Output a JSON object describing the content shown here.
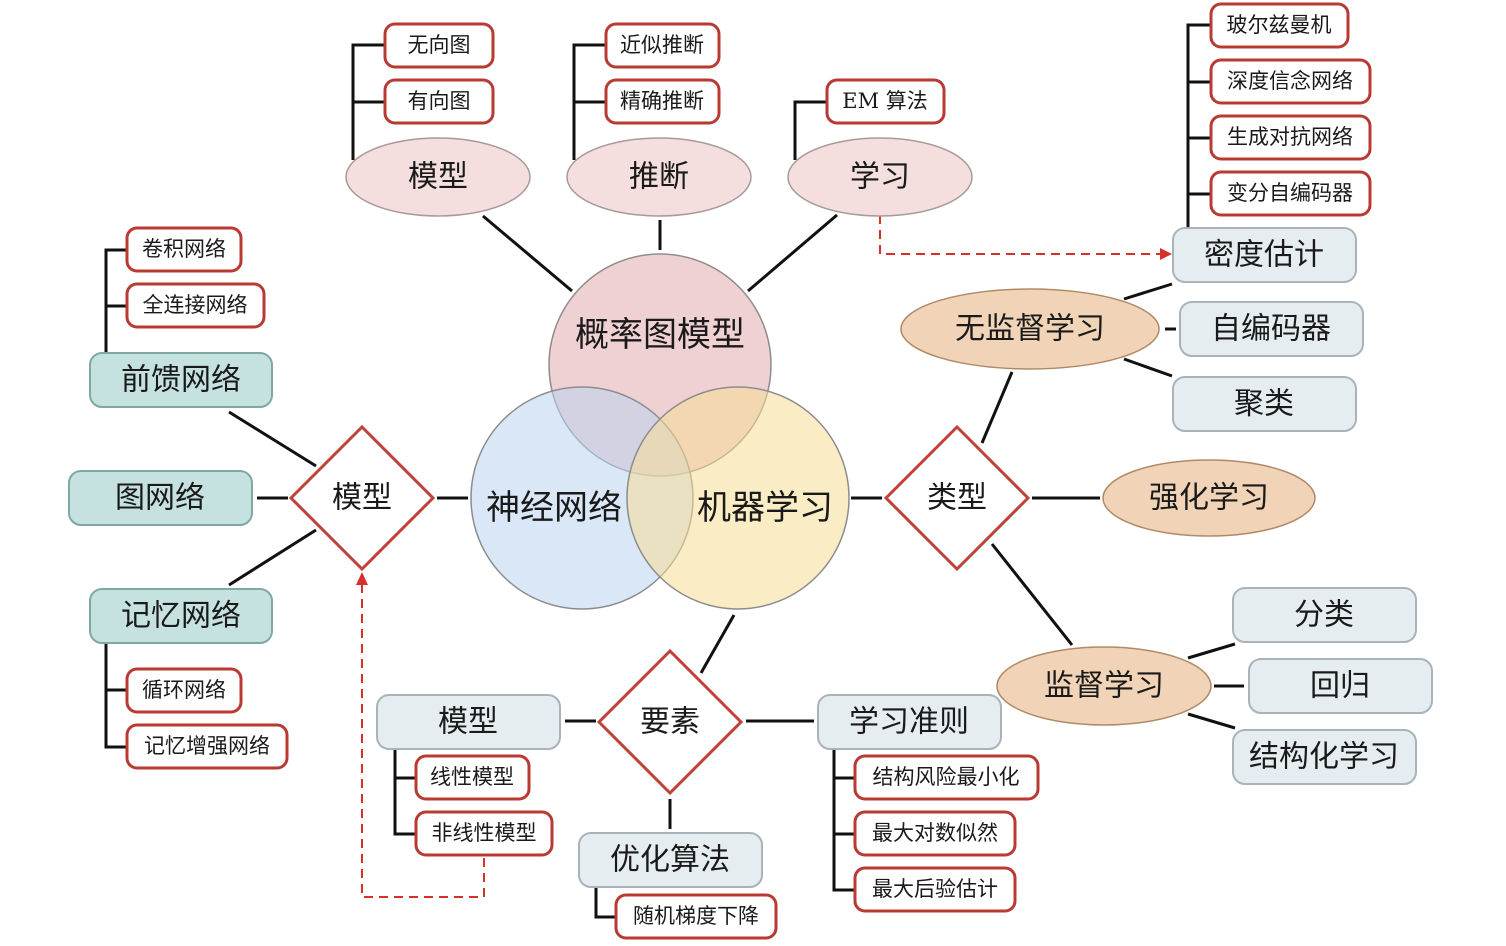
{
  "title": "Machine learning / neural networks / probabilistic graphical models overview",
  "colors": {
    "leaf_border": "#b83a33",
    "dashed_arrow": "#d7302a",
    "pgm_circle": "#e8b8bc",
    "nn_circle": "#b9d3f0",
    "ml_circle": "#f6dc96"
  },
  "venn": {
    "pgm": "概率图模型",
    "nn": "神经网络",
    "ml": "机器学习"
  },
  "pgm_branch": {
    "model": {
      "label": "模型",
      "children": [
        "无向图",
        "有向图"
      ]
    },
    "inference": {
      "label": "推断",
      "children": [
        "近似推断",
        "精确推断"
      ]
    },
    "learning": {
      "label": "学习",
      "children": [
        "EM 算法"
      ]
    }
  },
  "nn_branch": {
    "hub": "模型",
    "feedforward": {
      "label": "前馈网络",
      "children": [
        "卷积网络",
        "全连接网络"
      ]
    },
    "graph": {
      "label": "图网络"
    },
    "memory": {
      "label": "记忆网络",
      "children": [
        "循环网络",
        "记忆增强网络"
      ]
    }
  },
  "ml_branch": {
    "hub": "类型",
    "unsupervised": {
      "label": "无监督学习",
      "children": [
        {
          "label": "密度估计",
          "children": [
            "玻尔兹曼机",
            "深度信念网络",
            "生成对抗网络",
            "变分自编码器"
          ]
        },
        {
          "label": "自编码器"
        },
        {
          "label": "聚类"
        }
      ]
    },
    "reinforcement": {
      "label": "强化学习"
    },
    "supervised": {
      "label": "监督学习",
      "children": [
        "分类",
        "回归",
        "结构化学习"
      ]
    }
  },
  "elements_branch": {
    "hub": "要素",
    "model": {
      "label": "模型",
      "children": [
        "线性模型",
        "非线性模型"
      ]
    },
    "criterion": {
      "label": "学习准则",
      "children": [
        "结构风险最小化",
        "最大对数似然",
        "最大后验估计"
      ]
    },
    "optimization": {
      "label": "优化算法",
      "children": [
        "随机梯度下降"
      ]
    }
  }
}
